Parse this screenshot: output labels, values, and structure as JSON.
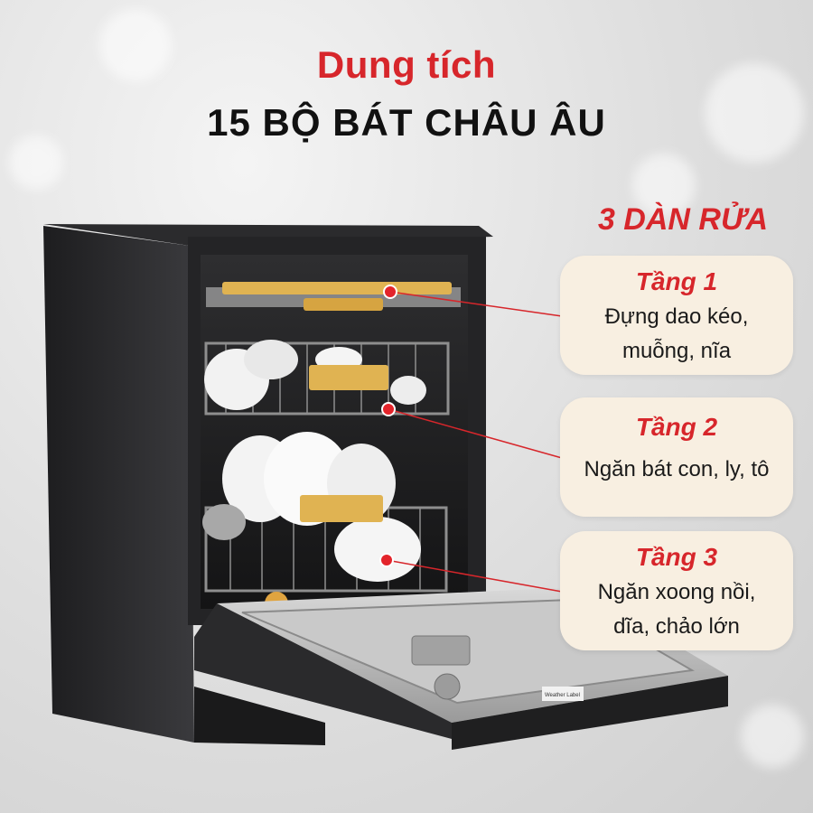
{
  "headline": {
    "line1": "Dung tích",
    "line2": "15 BỘ BÁT CHÂU ÂU"
  },
  "section_title": "3 DÀN RỬA",
  "tiers": [
    {
      "title": "Tầng 1",
      "desc_line1": "Đựng dao kéo,",
      "desc_line2": "muỗng, nĩa"
    },
    {
      "title": "Tầng 2",
      "desc_line1": "Ngăn bát con, ly, tô",
      "desc_line2": ""
    },
    {
      "title": "Tầng 3",
      "desc_line1": "Ngăn xoong nồi,",
      "desc_line2": "dĩa, chảo lớn"
    }
  ],
  "product_label": "Weather Label",
  "colors": {
    "accent": "#d7262b",
    "card": "#f8efe1",
    "appliance": "#2a2a2c",
    "steel": "#bdbdbd"
  }
}
